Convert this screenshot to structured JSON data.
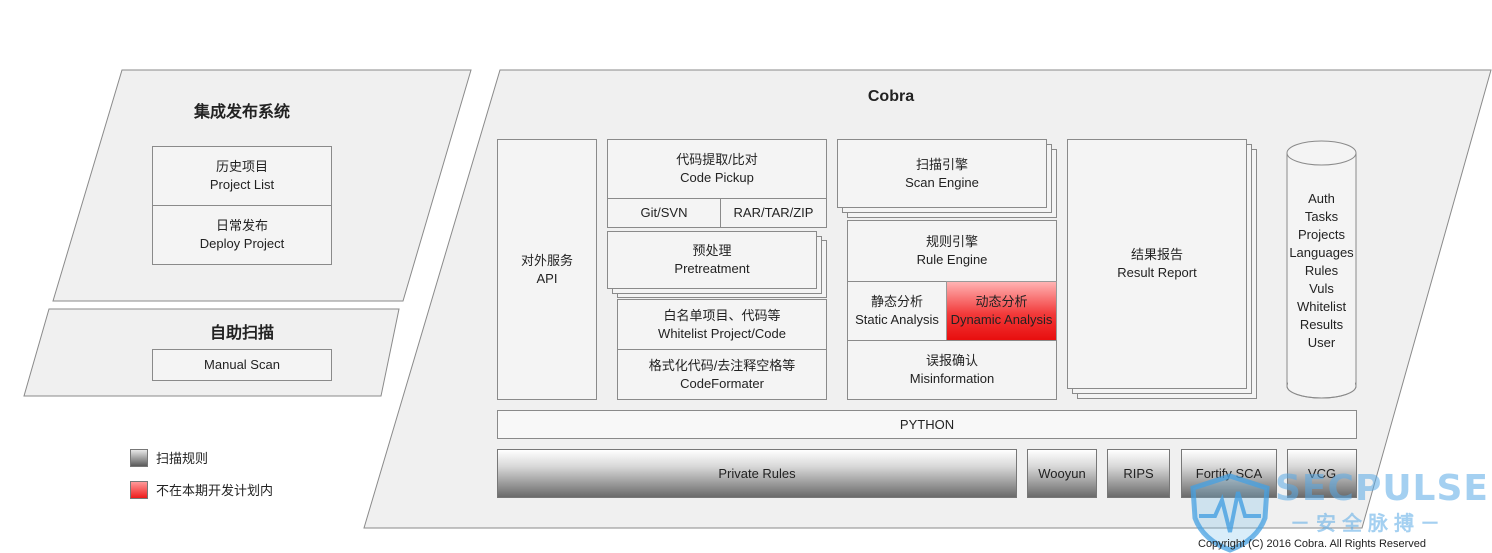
{
  "left_panel": {
    "title": "集成发布系统",
    "items": [
      {
        "cn": "历史项目",
        "en": "Project List"
      },
      {
        "cn": "日常发布",
        "en": "Deploy Project"
      }
    ]
  },
  "manual_panel": {
    "title": "自助扫描",
    "item": "Manual Scan"
  },
  "legend": {
    "rules_label": "扫描规则",
    "planned_label": "不在本期开发计划内",
    "rules_color": "#5a5a5a",
    "planned_color": "#ee1c1c"
  },
  "cobra": {
    "title": "Cobra",
    "api": {
      "cn": "对外服务",
      "en": "API"
    },
    "code_pickup": {
      "cn": "代码提取/比对",
      "en": "Code Pickup"
    },
    "git_svn": "Git/SVN",
    "archives": "RAR/TAR/ZIP",
    "pretreatment": {
      "cn": "预处理",
      "en": "Pretreatment"
    },
    "whitelist": {
      "cn": "白名单项目、代码等",
      "en": "Whitelist Project/Code"
    },
    "formatter": {
      "cn": "格式化代码/去注释空格等",
      "en": "CodeFormater"
    },
    "scan_engine": {
      "cn": "扫描引擎",
      "en": "Scan Engine"
    },
    "rule_engine": {
      "cn": "规则引擎",
      "en": "Rule Engine"
    },
    "static_analysis": {
      "cn": "静态分析",
      "en": "Static Analysis"
    },
    "dynamic_analysis": {
      "cn": "动态分析",
      "en": "Dynamic Analysis"
    },
    "misinformation": {
      "cn": "误报确认",
      "en": "Misinformation"
    },
    "result_report": {
      "cn": "结果报告",
      "en": "Result Report"
    },
    "database_items": [
      "Auth",
      "Tasks",
      "Projects",
      "Languages",
      "Rules",
      "Vuls",
      "Whitelist",
      "Results",
      "User"
    ],
    "python": "PYTHON",
    "rules": [
      "Private Rules",
      "Wooyun",
      "RIPS",
      "Fortify SCA",
      "VCG"
    ]
  },
  "watermark": {
    "brand": "SECPULSE",
    "sub": "－安全脉搏－"
  },
  "copyright": "Copyright (C) 2016 Cobra. All Rights Reserved"
}
